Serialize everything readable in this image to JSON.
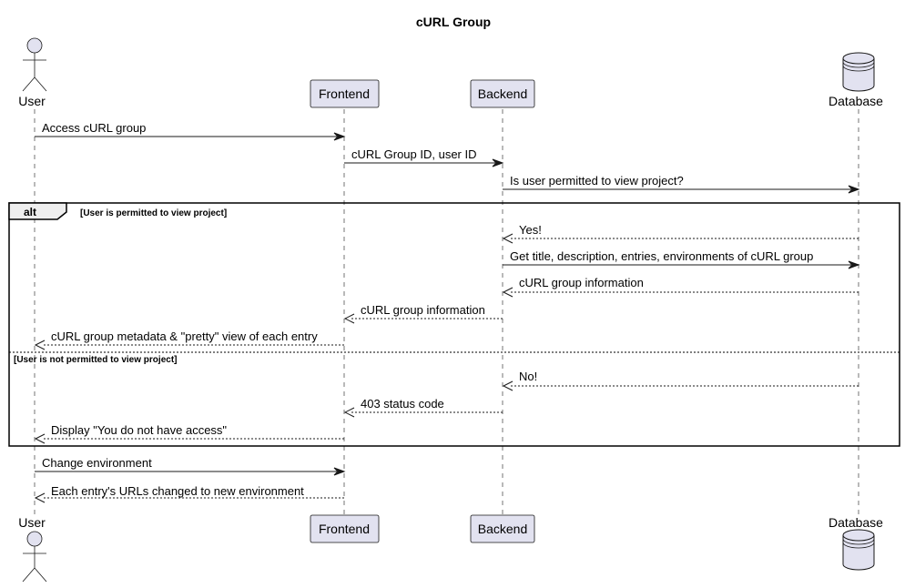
{
  "title": "cURL Group",
  "participants": {
    "user": "User",
    "frontend": "Frontend",
    "backend": "Backend",
    "database": "Database"
  },
  "alt": {
    "label": "alt",
    "guard_permitted": "[User is permitted to view project]",
    "guard_not_permitted": "[User is not permitted to view project]"
  },
  "messages": {
    "access_group": "Access cURL group",
    "group_user_id": "cURL Group ID, user ID",
    "permission_check": "Is user permitted to view project?",
    "yes": "Yes!",
    "get_group_details": "Get title, description, entries, environments of cURL group",
    "group_info_db": "cURL group information",
    "group_info_backend": "cURL group information",
    "group_metadata_view": "cURL group metadata & \"pretty\" view of each entry",
    "no": "No!",
    "status_403": "403 status code",
    "no_access_display": "Display \"You do not have access\"",
    "change_env": "Change environment",
    "urls_changed": "Each entry's URLs changed to new environment"
  },
  "colors": {
    "participant_fill": "#e2e2f0",
    "line": "#181818",
    "frame_tab_fill": "#eeeeee"
  }
}
